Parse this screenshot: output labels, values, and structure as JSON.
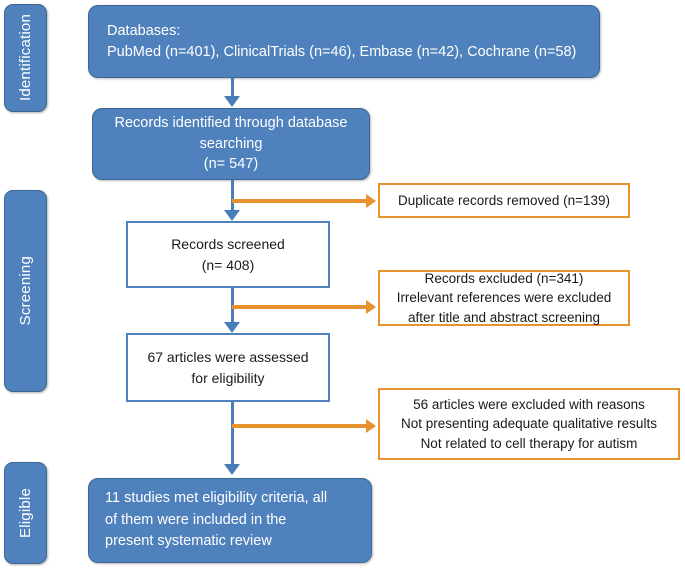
{
  "diagram": {
    "title": "PRISMA study selection flow diagram",
    "colors": {
      "blue_fill": "#4f81bd",
      "blue_border": "#3c6694",
      "blue_connector": "#4a7ebb",
      "orange_border": "#e8922f",
      "orange_connector": "#e8922f",
      "box_text_light": "#ffffff",
      "box_text_dark": "#1a1a1a",
      "background": "#ffffff"
    }
  },
  "stages": [
    {
      "id": "identification",
      "label": "Identification"
    },
    {
      "id": "screening",
      "label": "Screening"
    },
    {
      "id": "eligible",
      "label": "Eligible"
    }
  ],
  "nodes": {
    "databases": {
      "lines": [
        "Databases:",
        "PubMed (n=401), ClinicalTrials (n=46), Embase (n=42), Cochrane (n=58)"
      ]
    },
    "records_identified": {
      "lines": [
        "Records identified through database",
        "searching",
        "(n= 547)"
      ]
    },
    "duplicates_removed": {
      "lines": [
        "Duplicate records removed (n=139)"
      ]
    },
    "records_screened": {
      "lines": [
        "Records screened",
        "(n= 408)"
      ]
    },
    "records_excluded": {
      "lines": [
        "Records excluded (n=341)",
        "Irrelevant references were excluded",
        "after title and abstract screening"
      ]
    },
    "articles_assessed": {
      "lines": [
        "67 articles were assessed",
        "for eligibility"
      ]
    },
    "articles_excluded": {
      "lines": [
        "56 articles were excluded with reasons",
        "Not presenting adequate qualitative results",
        "Not related to cell therapy for autism"
      ]
    },
    "included_studies": {
      "lines": [
        "11 studies met eligibility criteria, all",
        "of them were included in the",
        "present systematic review"
      ]
    }
  },
  "counts": {
    "pubmed": 401,
    "clinicaltrials": 46,
    "embase": 42,
    "cochrane": 58,
    "records_identified": 547,
    "duplicates_removed": 139,
    "records_screened": 408,
    "records_excluded": 341,
    "articles_assessed": 67,
    "articles_excluded": 56,
    "studies_included": 11
  }
}
